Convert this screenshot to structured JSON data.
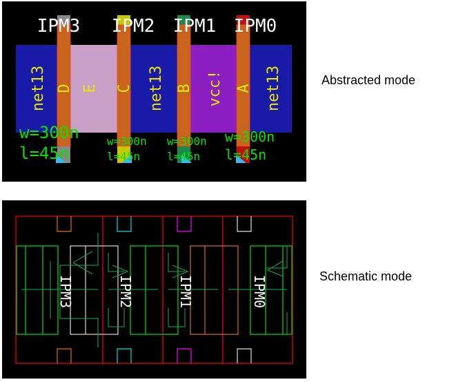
{
  "captions": {
    "abstracted": "Abstracted mode",
    "schematic": "Schematic mode"
  },
  "instances": [
    "IPM3",
    "IPM2",
    "IPM1",
    "IPM0"
  ],
  "nets": {
    "left": "net13",
    "mid": "net13",
    "right": "net13",
    "e": "E",
    "vcc": "vcc!"
  },
  "gates": [
    "D",
    "C",
    "B",
    "A"
  ],
  "params": {
    "w": [
      "w=300n",
      "w=300n",
      "w=300n",
      "w=300n"
    ],
    "l": [
      "l=45n",
      "l=45n",
      "l=45n",
      "l=45n"
    ]
  },
  "colors": {
    "diffusion": "#1a1aa8",
    "poly": "#c8641e",
    "e_region": "#c8a0c8",
    "vcc_region": "#8a1ec0",
    "label": "#e6e600",
    "param": "#00e600",
    "boundary": "#ff0000"
  }
}
